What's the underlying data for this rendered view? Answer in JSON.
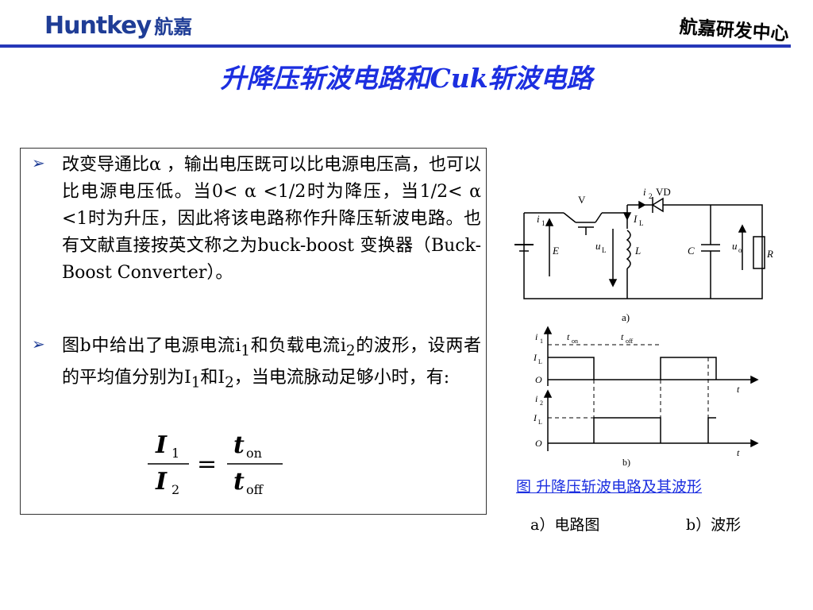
{
  "header": {
    "logo_en": "Huntkey",
    "logo_cn": "航嘉",
    "center_name": "航嘉研发中心"
  },
  "title": "升降压斩波电路和Cuk斩波电路",
  "bullets": [
    {
      "text": "改变导通比α ，输出电压既可以比电源电压高，也可以比电源电压低。当0< α <1/2时为降压，当1/2< α <1时为升压，因此将该电路称作升降压斩波电路。也有文献直接按英文称之为buck-boost 变换器（Buck-Boost Converter）。"
    },
    {
      "text_part1": "图b中给出了电源电流i",
      "sub1": "1",
      "text_part2": "和负载电流i",
      "sub2": "2",
      "text_part3": "的波形，设两者的平均值分别为I",
      "sub3": "1",
      "text_part4": "和I",
      "sub4": "2",
      "text_part5": "，当电流脉动足够小时，有:"
    }
  ],
  "formula": {
    "num_l": "I",
    "num_l_sub": "1",
    "den_l": "I",
    "den_l_sub": "2",
    "eq": "=",
    "num_r": "t",
    "num_r_sub": "on",
    "den_r": "t",
    "den_r_sub": "off"
  },
  "circuit": {
    "label_V": "V",
    "label_VD": "VD",
    "label_i2": "i",
    "label_i2_sub": "2",
    "label_i1": "i",
    "label_i1_sub": "1",
    "label_IL": "I",
    "label_IL_sub": "L",
    "label_uL": "u",
    "label_uL_sub": "L",
    "label_E": "E",
    "label_L": "L",
    "label_C": "C",
    "label_uo": "u",
    "label_uo_sub": "o",
    "label_R": "R",
    "label_a": "a)"
  },
  "waveform": {
    "label_i1": "i",
    "label_i1_sub": "1",
    "label_ton": "t",
    "label_ton_sub": "on",
    "label_toff": "t",
    "label_toff_sub": "off",
    "label_IL1": "I",
    "label_IL1_sub": "L",
    "label_o1": "O",
    "label_t1": "t",
    "label_i2": "i",
    "label_i2_sub": "2",
    "label_IL2": "I",
    "label_IL2_sub": "L",
    "label_o2": "O",
    "label_t2": "t",
    "label_b": "b)"
  },
  "captions": {
    "main": "图 升降压斩波电路及其波形",
    "a": "a）电路图",
    "b": "b）波形"
  }
}
